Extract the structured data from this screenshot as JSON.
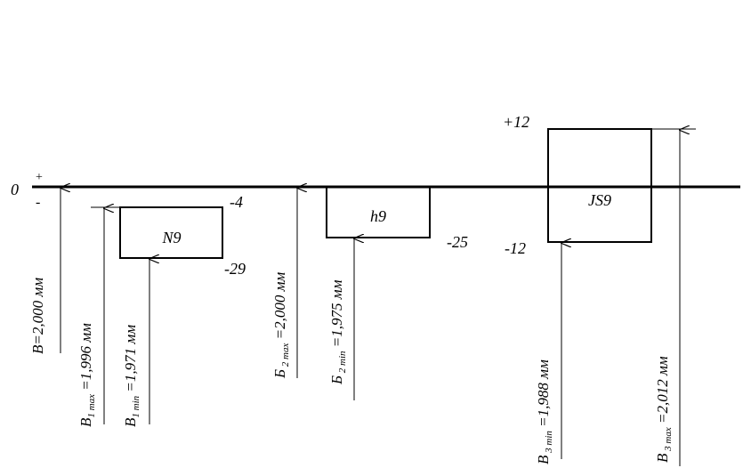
{
  "axis": {
    "zero": "0",
    "plus": "+",
    "minus": "-"
  },
  "fields": [
    {
      "name": "N9",
      "upper": "-4",
      "lower": "-29"
    },
    {
      "name": "h9",
      "upper": "",
      "lower": "-25"
    },
    {
      "name": "JS9",
      "upper": "+12",
      "lower": "-12"
    }
  ],
  "dimensions": {
    "b_nominal": "B=2,000 мм",
    "b1_max_main": "B",
    "b1_max_sub": "1 max",
    "b1_max_val": " =1,996 мм",
    "b1_min_main": "B",
    "b1_min_sub": "1 min",
    "b1_min_val": " =1,971 мм",
    "b2_max_main": "Б",
    "b2_max_sub": " 2 max",
    "b2_max_val": " =2,000 мм",
    "b2_min_main": "Б",
    "b2_min_sub": " 2 min",
    "b2_min_val": " =1,975 мм",
    "b3_min_main": "B",
    "b3_min_sub": " 3 min",
    "b3_min_val": " =1,988 мм",
    "b3_max_main": "B",
    "b3_max_sub": " 3 max",
    "b3_max_val": " =2,012 мм"
  }
}
